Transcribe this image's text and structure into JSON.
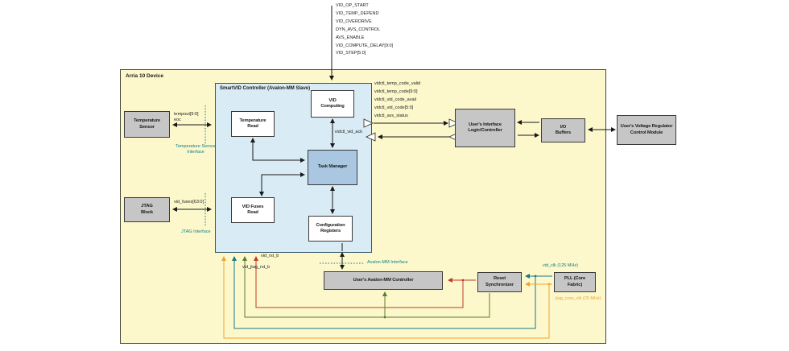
{
  "device_label": "Arria 10 Device",
  "top_signals": [
    "VID_OP_START",
    "VID_TEMP_DEPEND",
    "VID_OVERDRIVE",
    "DYN_AVS_CONTROL",
    "AVS_ENABLE",
    "VID_COMPUTE_DELAY[9:0]",
    "VID_STEP[5:0]"
  ],
  "output_signals": [
    "vidctl_temp_code_valid",
    "vidctl_temp_code[9:0]",
    "vidctl_vid_code_avail",
    "vidctl_vid_code[5:0]",
    "vidctl_avs_status"
  ],
  "blocks": {
    "temperature_sensor": "Temperature Sensor",
    "jtag_block": "JTAG Block",
    "smartvid_title": "SmartVID Controller (Avalon-MM Slave)",
    "temperature_read": "Temperature Read",
    "vid_computing": "VID Computing",
    "task_manager": "Task Manager",
    "vid_fuses_read": "VID Fuses Read",
    "configuration_registers": "Configuration Registers",
    "users_interface": "User's Interface Logic/Controller",
    "io_buffers": "I/O Buffers",
    "users_vreg": "User's Voltage Regulator Control Module",
    "users_avmm": "User's Avalon-MM Controller",
    "reset_sync": "Reset Synchronizer",
    "pll": "PLL (Core Fabric)"
  },
  "signals": {
    "temp_sensor_pins": [
      "tempout[9:0]",
      "eoc"
    ],
    "vid_fuses": "vid_fuses[63:0]",
    "ack": "vidctl_vid_ack",
    "vid_rst_b": "vid_rst_b",
    "vid_jtag_rst_b": "vid_jtag_rst_b",
    "vid_clk": "vid_clk (125 MHz)",
    "jtag_core_clk": "jtag_core_clk (25 MHz)"
  },
  "interfaces": {
    "temp_sensor": "Temperature Sensor Interface",
    "jtag": "JTAG Interface",
    "avalon": "Avalon-MM Interface"
  },
  "colors": {
    "teal": "#0f7f8b",
    "clock_teal": "#16788a",
    "orange": "#efa32e",
    "red": "#c03a28",
    "green": "#5d7a33",
    "yellow_fill": "#fcf8cc",
    "smartvid_fill": "#d9ebf4",
    "task_manager_fill": "#a9c7e1",
    "gray_fill": "#c6c6c6"
  }
}
